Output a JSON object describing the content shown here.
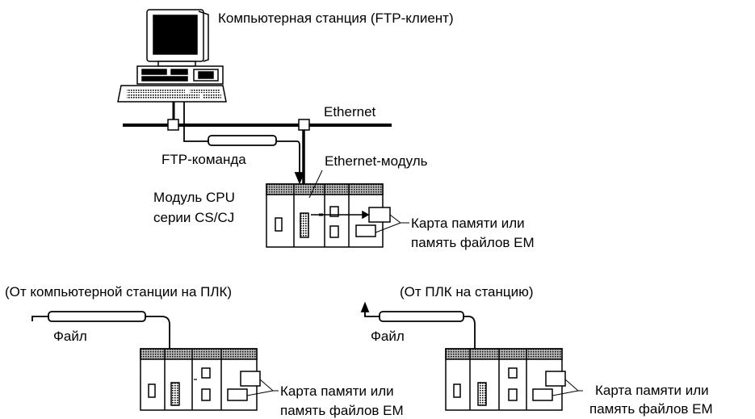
{
  "top": {
    "station_label": "Компьютерная станция (FTP-клиент)",
    "ethernet_label": "Ethernet",
    "ftp_command_label": "FTP-команда",
    "ethernet_module_label": "Ethernet-модуль",
    "cpu_label_line1": "Модуль CPU",
    "cpu_label_line2": "серии CS/CJ",
    "memory_label_line1": "Карта памяти или",
    "memory_label_line2": "память файлов EM"
  },
  "left": {
    "caption": "(От компьютерной станции на ПЛК)",
    "file_label": "Файл",
    "memory_label_line1": "Карта памяти или",
    "memory_label_line2": "память файлов EM"
  },
  "right": {
    "caption": "(От ПЛК на станцию)",
    "file_label": "Файл",
    "memory_label_line1": "Карта памяти или",
    "memory_label_line2": "память файлов EM"
  }
}
